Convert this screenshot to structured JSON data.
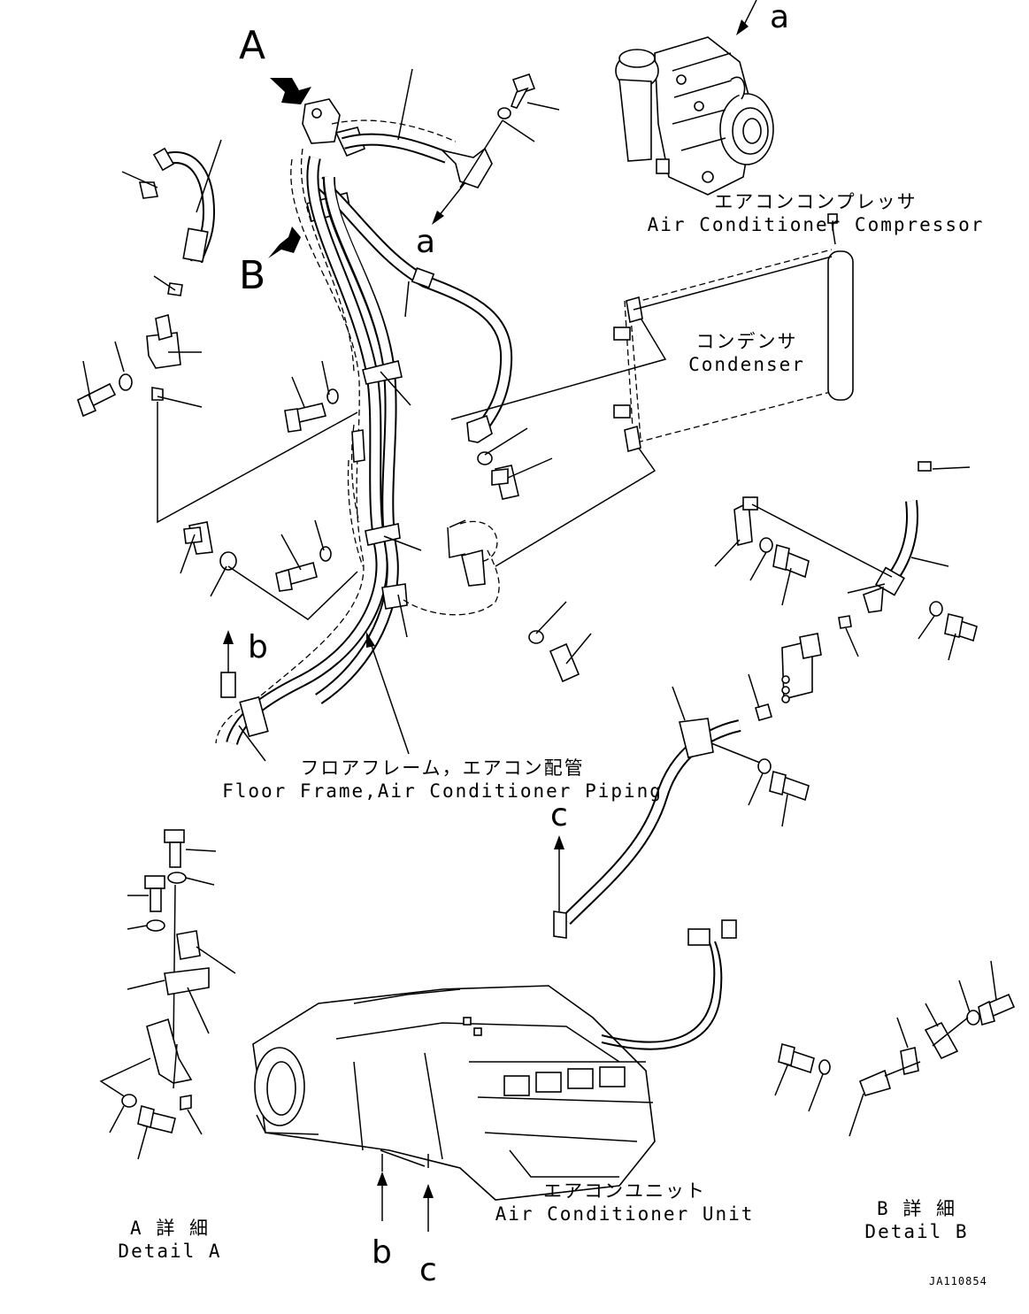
{
  "labels": {
    "view_a": "A",
    "view_b": "B",
    "ref_a_top": "a",
    "ref_a_mid": "a",
    "ref_b_left": "b",
    "ref_b_bottom": "b",
    "ref_c_mid": "c",
    "ref_c_bottom": "c"
  },
  "parts": {
    "compressor_jp": "エアコンコンプレッサ",
    "compressor_en": "Air Conditioner Compressor",
    "condenser_jp": "コンデンサ",
    "condenser_en": "Condenser",
    "piping_jp": "フロアフレーム，エアコン配管",
    "piping_en": "Floor Frame,Air Conditioner Piping",
    "unit_jp": "エアコンユニット",
    "unit_en": "Air Conditioner Unit",
    "detail_a_jp": "A 詳 細",
    "detail_a_en": "Detail A",
    "detail_b_jp": "B 詳 細",
    "detail_b_en": "Detail B"
  },
  "drawing_id": "JA110854"
}
